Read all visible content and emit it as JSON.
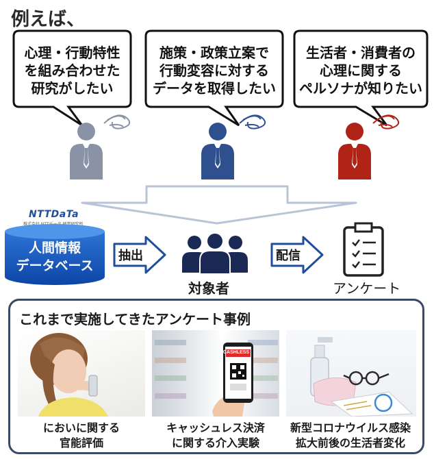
{
  "intro": {
    "title": "例えば、"
  },
  "personas": [
    {
      "lines": [
        "心理・行動特性",
        "を組み合わせた",
        "研究がしたい"
      ],
      "color": "#8a93a6"
    },
    {
      "lines": [
        "施策・政策立案で",
        "行動変容に対する",
        "データを取得したい"
      ],
      "color": "#2f4f8f"
    },
    {
      "lines": [
        "生活者・消費者の",
        "心理に関する",
        "ペルソナが知りたい"
      ],
      "color": "#b02418"
    }
  ],
  "flow": {
    "logo": "NTTDaTa",
    "logo_sub": "株式会社 NTTデータ 経営研究所",
    "db_line1": "人間情報",
    "db_line2": "データベース",
    "extract_label": "抽出",
    "target_label": "対象者",
    "deliver_label": "配信",
    "survey_label": "アンケート",
    "arrow_color": "#1f4e9c"
  },
  "cases": {
    "heading": "これまで実施してきたアンケート事例",
    "items": [
      {
        "lines": [
          "においに関する",
          "官能評価"
        ]
      },
      {
        "lines": [
          "キャッシュレス決済",
          "に関する介入実験"
        ],
        "phone_text": "CASHLESS"
      },
      {
        "lines": [
          "新型コロナウイルス感染",
          "拡大前後の生活者変化"
        ]
      }
    ]
  }
}
